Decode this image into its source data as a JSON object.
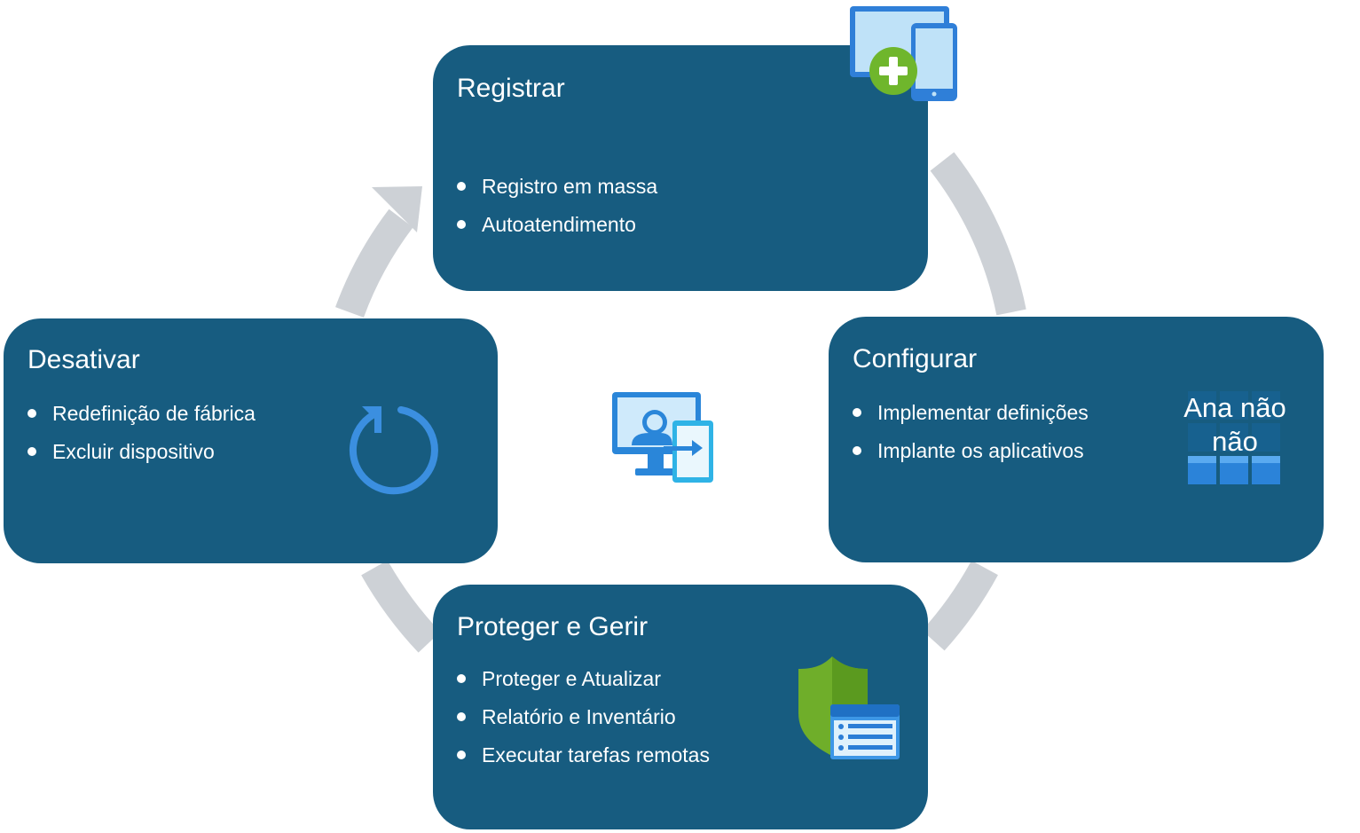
{
  "cards": {
    "registrar": {
      "title": "Registrar",
      "items": [
        "Registro em massa",
        "Autoatendimento"
      ]
    },
    "configurar": {
      "title": "Configurar",
      "items": [
        "Implementar definições",
        "Implante os aplicativos"
      ]
    },
    "proteger": {
      "title": "Proteger e Gerir",
      "items": [
        "Proteger e Atualizar",
        "Relatório e Inventário",
        "Executar tarefas remotas"
      ]
    },
    "desativar": {
      "title": "Desativar",
      "items": [
        "Redefinição de fábrica",
        "Excluir dispositivo"
      ]
    }
  },
  "icons": {
    "registrar": "tablet-phone-add-icon",
    "configurar": "app-tiles-icon",
    "configurar_text": [
      "Ana não",
      "não"
    ],
    "proteger": "shield-list-icon",
    "desativar": "reset-power-icon",
    "center": "monitor-device-transfer-icon"
  },
  "colors": {
    "card": "#175c80",
    "ring": "#cdd1d6",
    "accent_blue": "#3b8fe0",
    "add_green": "#6fb62c",
    "shield_green": "#6fae2a"
  }
}
